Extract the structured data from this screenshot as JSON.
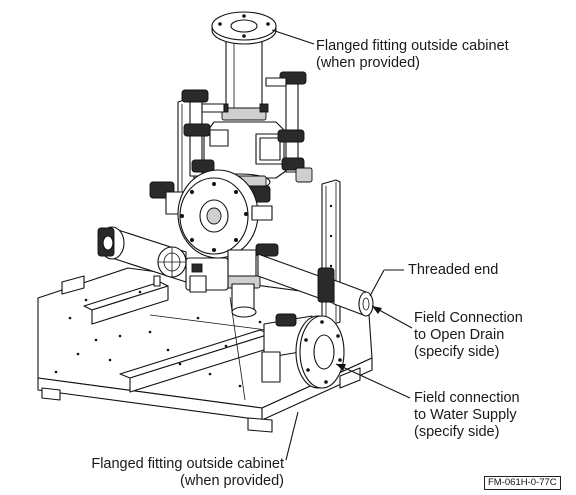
{
  "callouts": {
    "top_flange": [
      "Flanged fitting outside cabinet",
      "(when provided)"
    ],
    "threaded_end": [
      "Threaded end"
    ],
    "drain": [
      "Field Connection",
      "to Open Drain",
      "(specify side)"
    ],
    "supply": [
      "Field connection",
      "to Water Supply",
      "(specify side)"
    ],
    "bottom_flange": [
      "Flanged fitting outside cabinet",
      "(when provided)"
    ]
  },
  "figure_code": "FM-061H-0-77C"
}
